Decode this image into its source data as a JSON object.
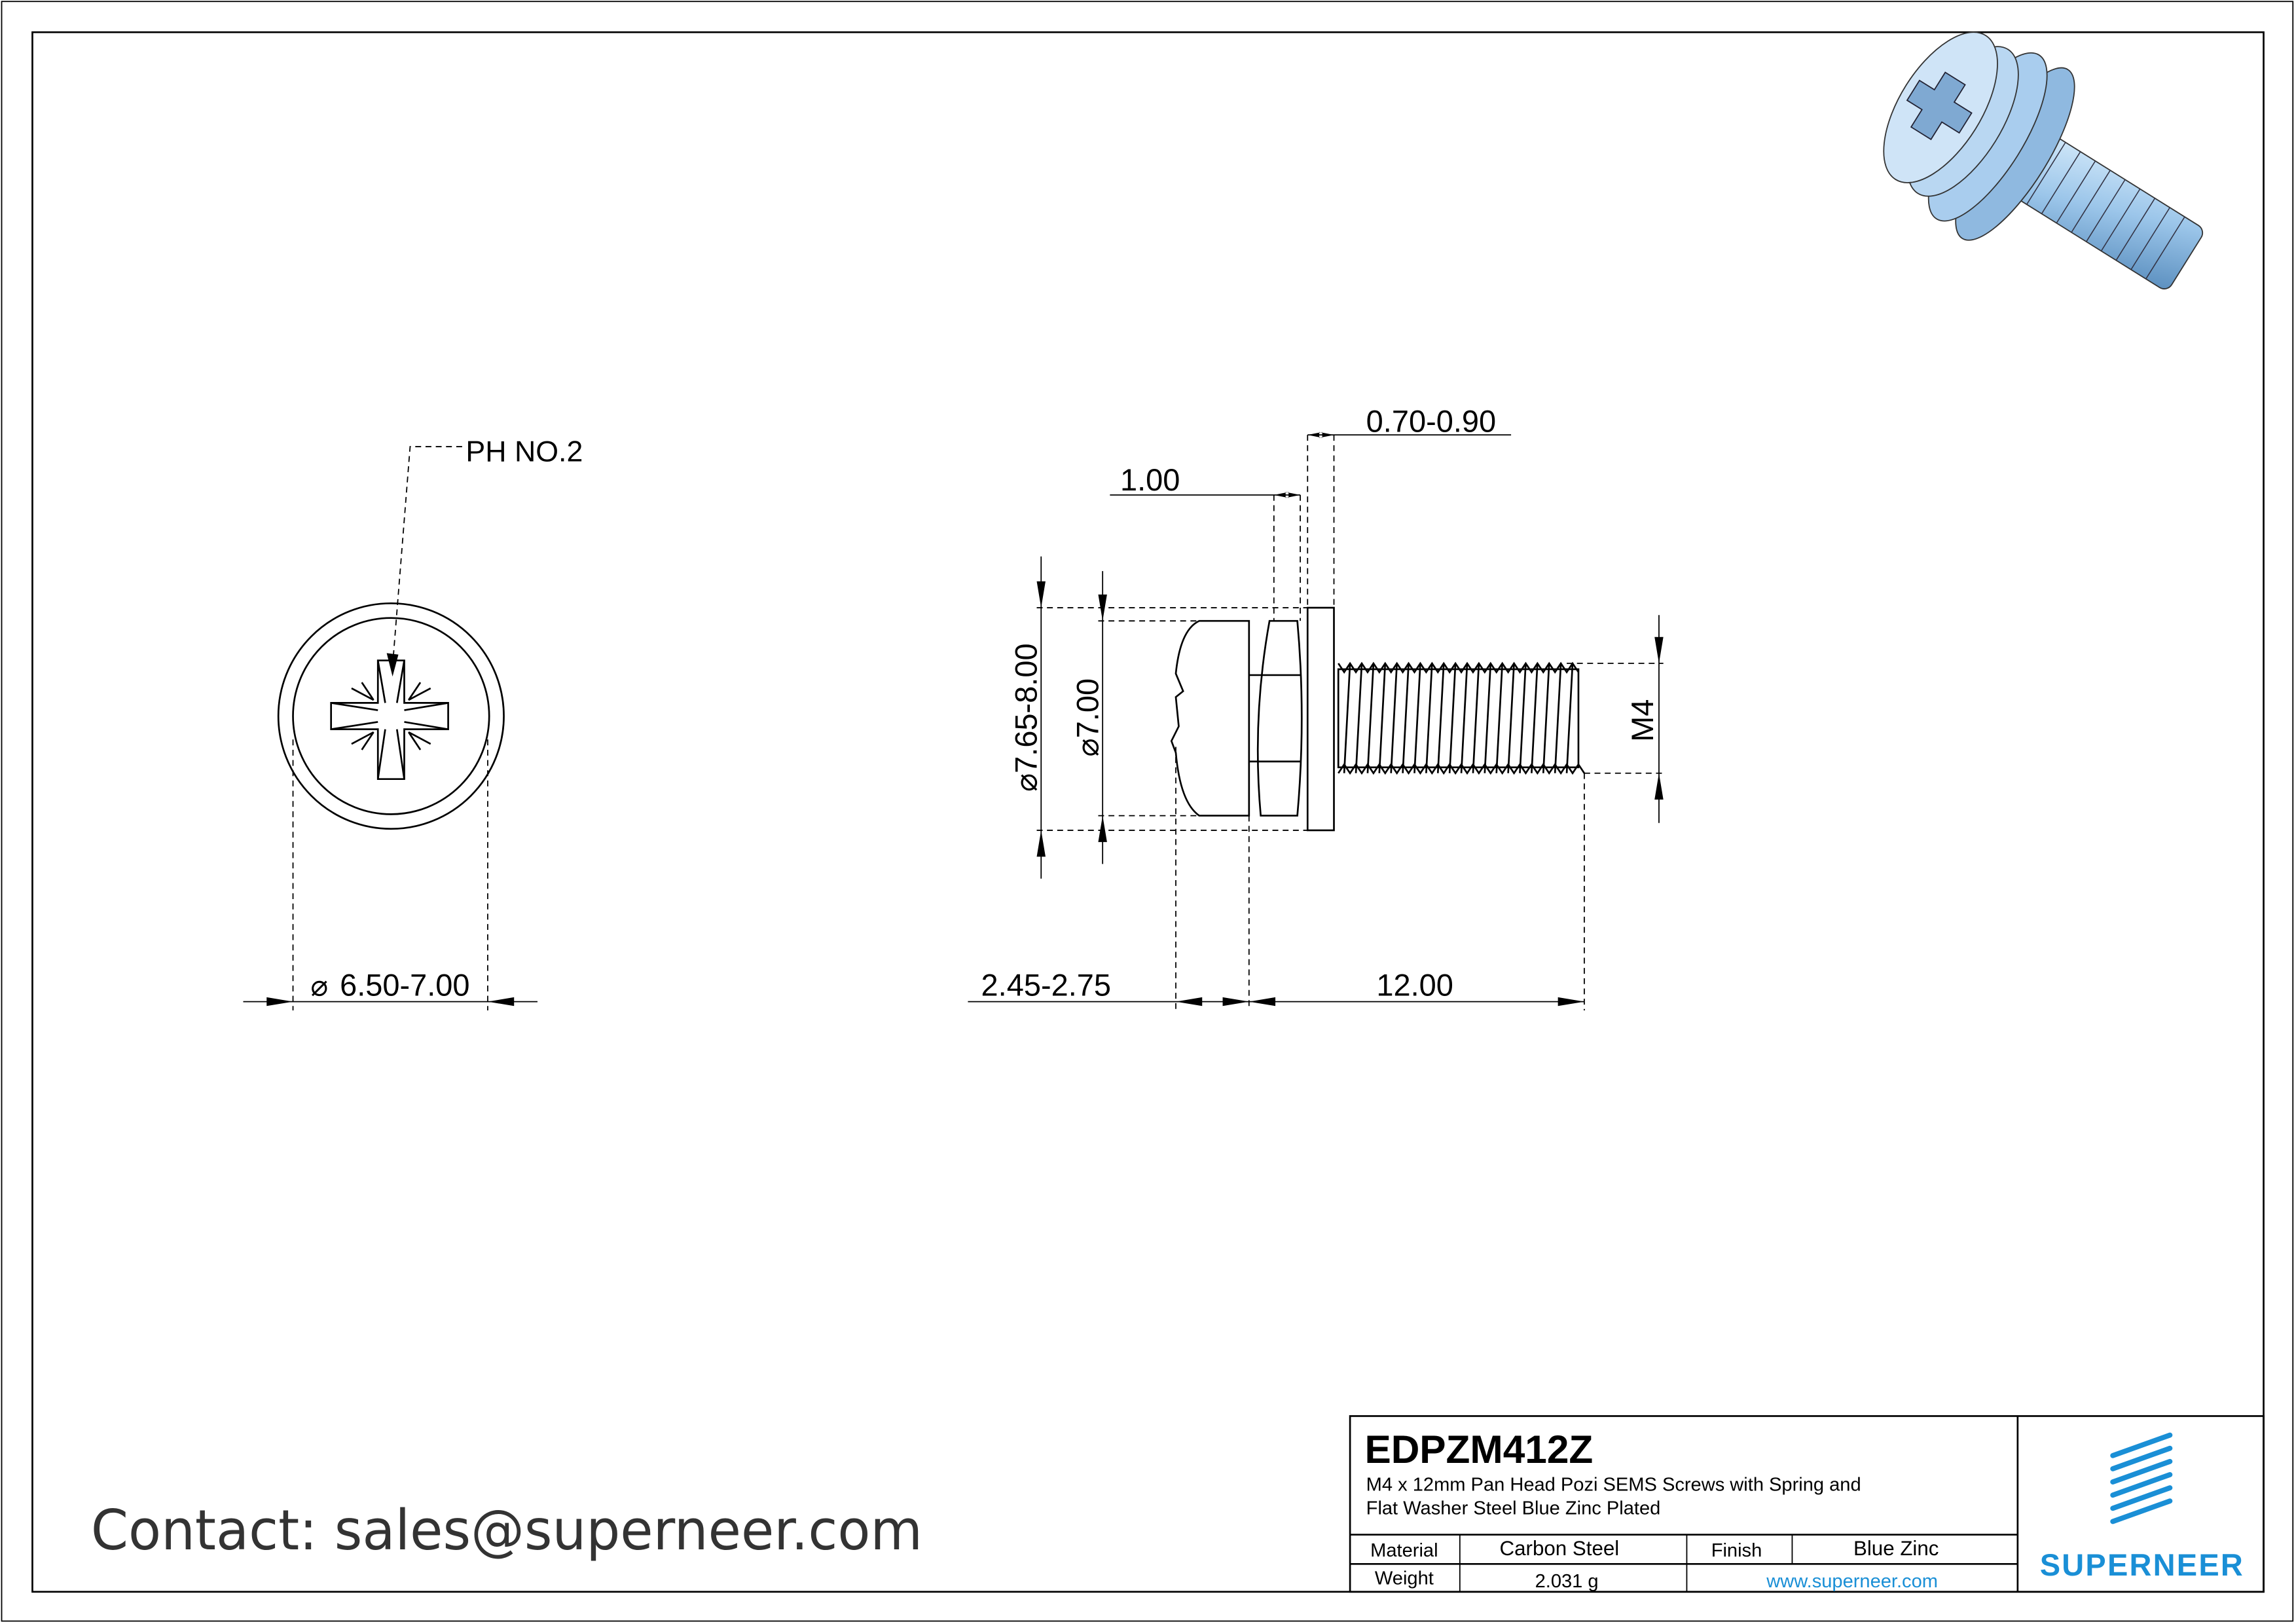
{
  "drawing": {
    "part_number": "EDPZM412Z",
    "description_line1": "M4 x 12mm Pan Head Pozi SEMS Screws with Spring and",
    "description_line2": "Flat Washer Steel Blue Zinc Plated",
    "contact": "Contact: sales@superneer.com"
  },
  "title_block": {
    "material_label": "Material",
    "material_value": "Carbon Steel",
    "finish_label": "Finish",
    "finish_value": "Blue Zinc",
    "weight_label": "Weight",
    "weight_value": "2.031 g",
    "website": "www.superneer.com",
    "brand": "SUPERNEER",
    "brand_color": "#1a8fd6"
  },
  "front_view": {
    "drive_label": "PH NO.2",
    "head_diameter": "6.50-7.00"
  },
  "side_view": {
    "spring_washer_thickness": "1.00",
    "flat_washer_thickness": "0.70-0.90",
    "flat_washer_diameter": "7.65-8.00",
    "head_dia": "7.00",
    "head_height": "2.45-2.75",
    "length": "12.00",
    "thread": "M4"
  },
  "symbols": {
    "diameter": "⌀"
  }
}
